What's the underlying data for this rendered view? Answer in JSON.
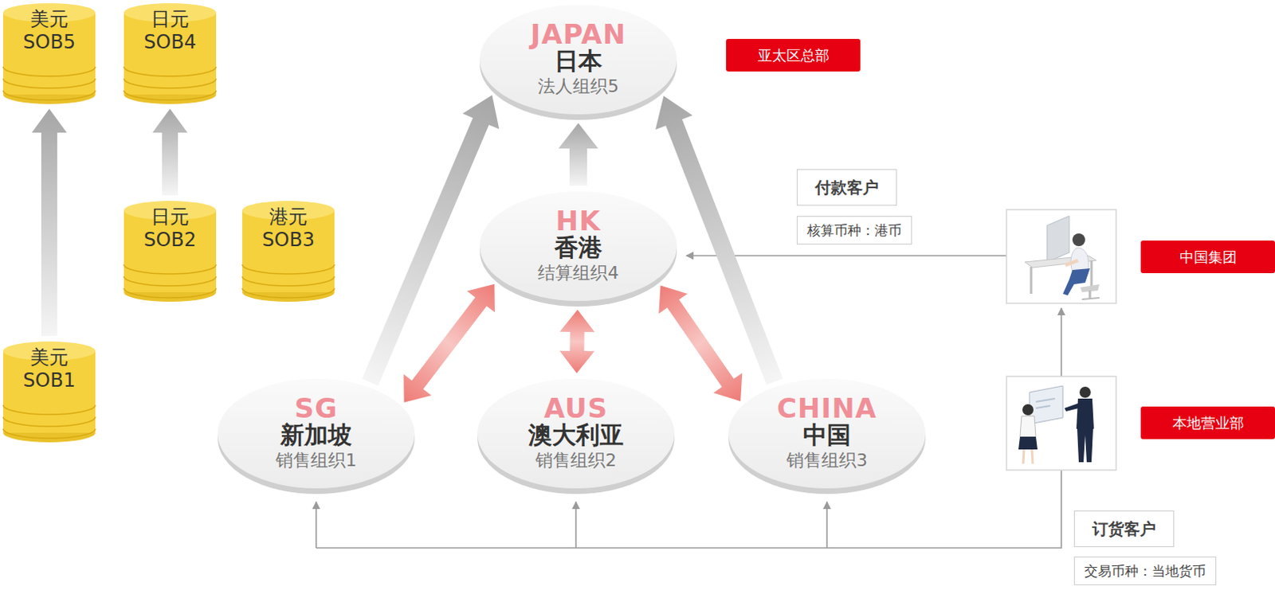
{
  "diagram": {
    "nodes": [
      {
        "text": [
          "美元",
          "SOB5"
        ]
      },
      {
        "text": [
          "日元",
          "SOB4"
        ]
      },
      {
        "text": [
          "JAPAN",
          "日本",
          "法人组织5"
        ]
      },
      {
        "text": [
          "亚太区总部"
        ]
      },
      {
        "text": [
          "付款客户"
        ]
      },
      {
        "text": [
          "核算币种：港币"
        ]
      },
      {
        "text": [
          "日元",
          "SOB2"
        ]
      },
      {
        "text": [
          "港元",
          "SOB3"
        ]
      },
      {
        "text": [
          "HK",
          "香港",
          "结算组织4"
        ]
      },
      {
        "text": [
          "中国集团"
        ]
      },
      {
        "text": [
          "美元",
          "SOB1"
        ]
      },
      {
        "text": [
          "SG",
          "新加坡",
          "销售组织1"
        ]
      },
      {
        "text": [
          "AUS",
          "澳大利亚",
          "销售组织2"
        ]
      },
      {
        "text": [
          "CHINA",
          "中国",
          "销售组织3"
        ]
      },
      {
        "text": [
          "本地营业部"
        ]
      },
      {
        "text": [
          "订货客户"
        ]
      },
      {
        "text": [
          "交易币种：当地货币"
        ]
      }
    ],
    "edges": [
      {
        "from": 10,
        "to": 0,
        "arrow": "to"
      },
      {
        "from": 6,
        "to": 1,
        "arrow": "to"
      },
      {
        "from": 11,
        "to": 2,
        "arrow": "to"
      },
      {
        "from": 8,
        "to": 2,
        "arrow": "to"
      },
      {
        "from": 13,
        "to": 2,
        "arrow": "to"
      },
      {
        "from": 11,
        "to": 8,
        "arrow": "both"
      },
      {
        "from": 12,
        "to": 8,
        "arrow": "both"
      },
      {
        "from": 13,
        "to": 8,
        "arrow": "both"
      }
    ]
  }
}
